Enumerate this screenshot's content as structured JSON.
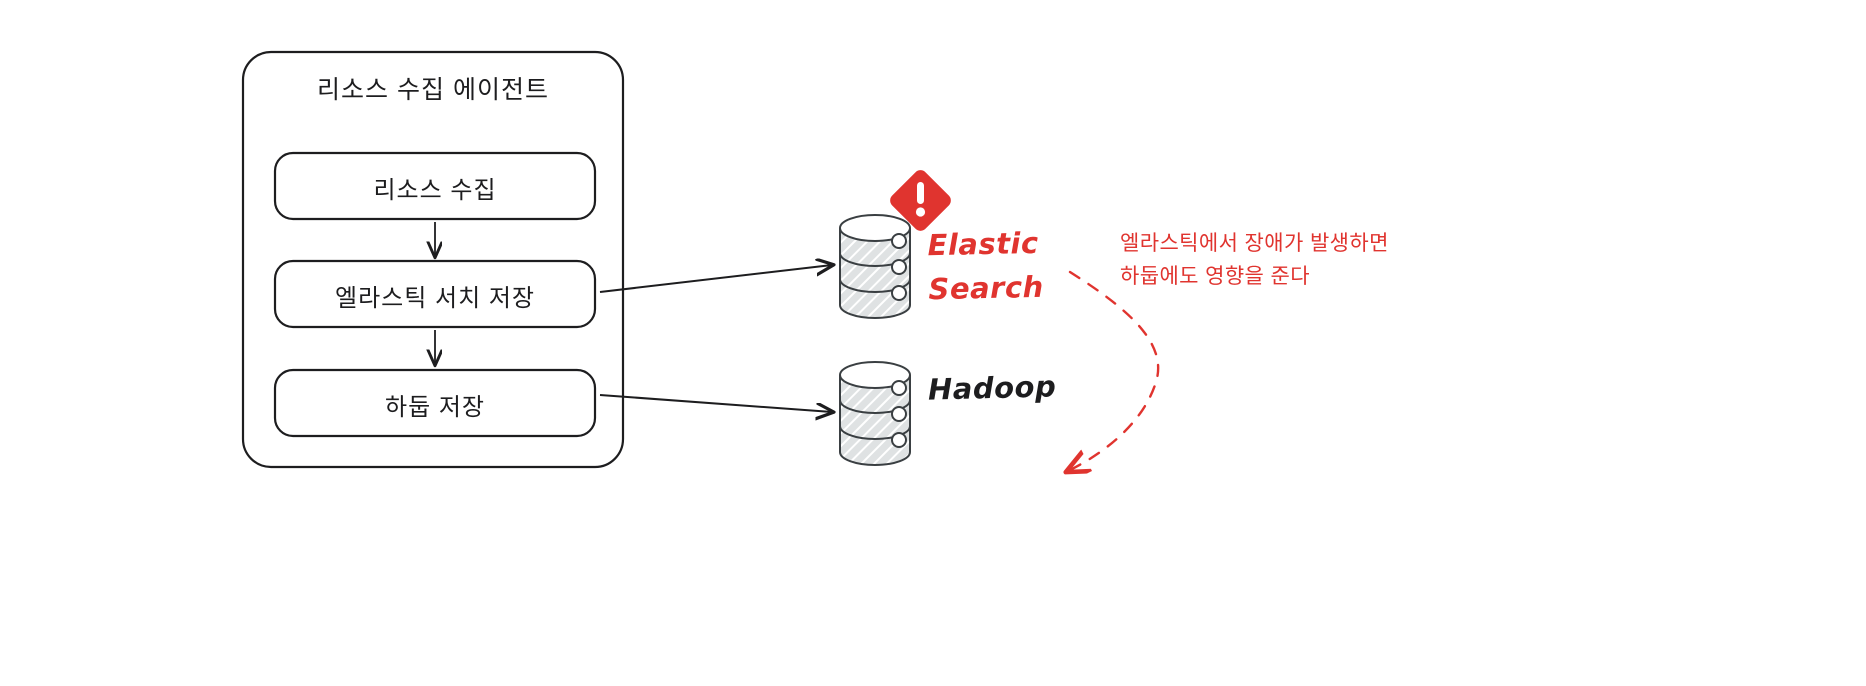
{
  "diagram": {
    "agent_box": {
      "title": "리소스 수집 에이전트",
      "steps": [
        {
          "label": "리소스 수집"
        },
        {
          "label": "엘라스틱 서치 저장"
        },
        {
          "label": "하둡 저장"
        }
      ]
    },
    "datastores": [
      {
        "name": "Elastic\nSearch",
        "line1": "Elastic",
        "line2": "Search",
        "color": "#e0342f",
        "has_warning": true
      },
      {
        "name": "Hadoop",
        "line1": "Hadoop",
        "line2": "",
        "color": "#1d1d1f",
        "has_warning": false
      }
    ],
    "annotation": {
      "line1": "엘라스틱에서 장애가 발생하면",
      "line2": "하둡에도 영향을 준다",
      "color": "#e0342f"
    },
    "colors": {
      "stroke": "#1d1d1f",
      "accent_red": "#e0342f",
      "cylinder_fill": "#d9dcdd",
      "background": "#ffffff"
    }
  }
}
